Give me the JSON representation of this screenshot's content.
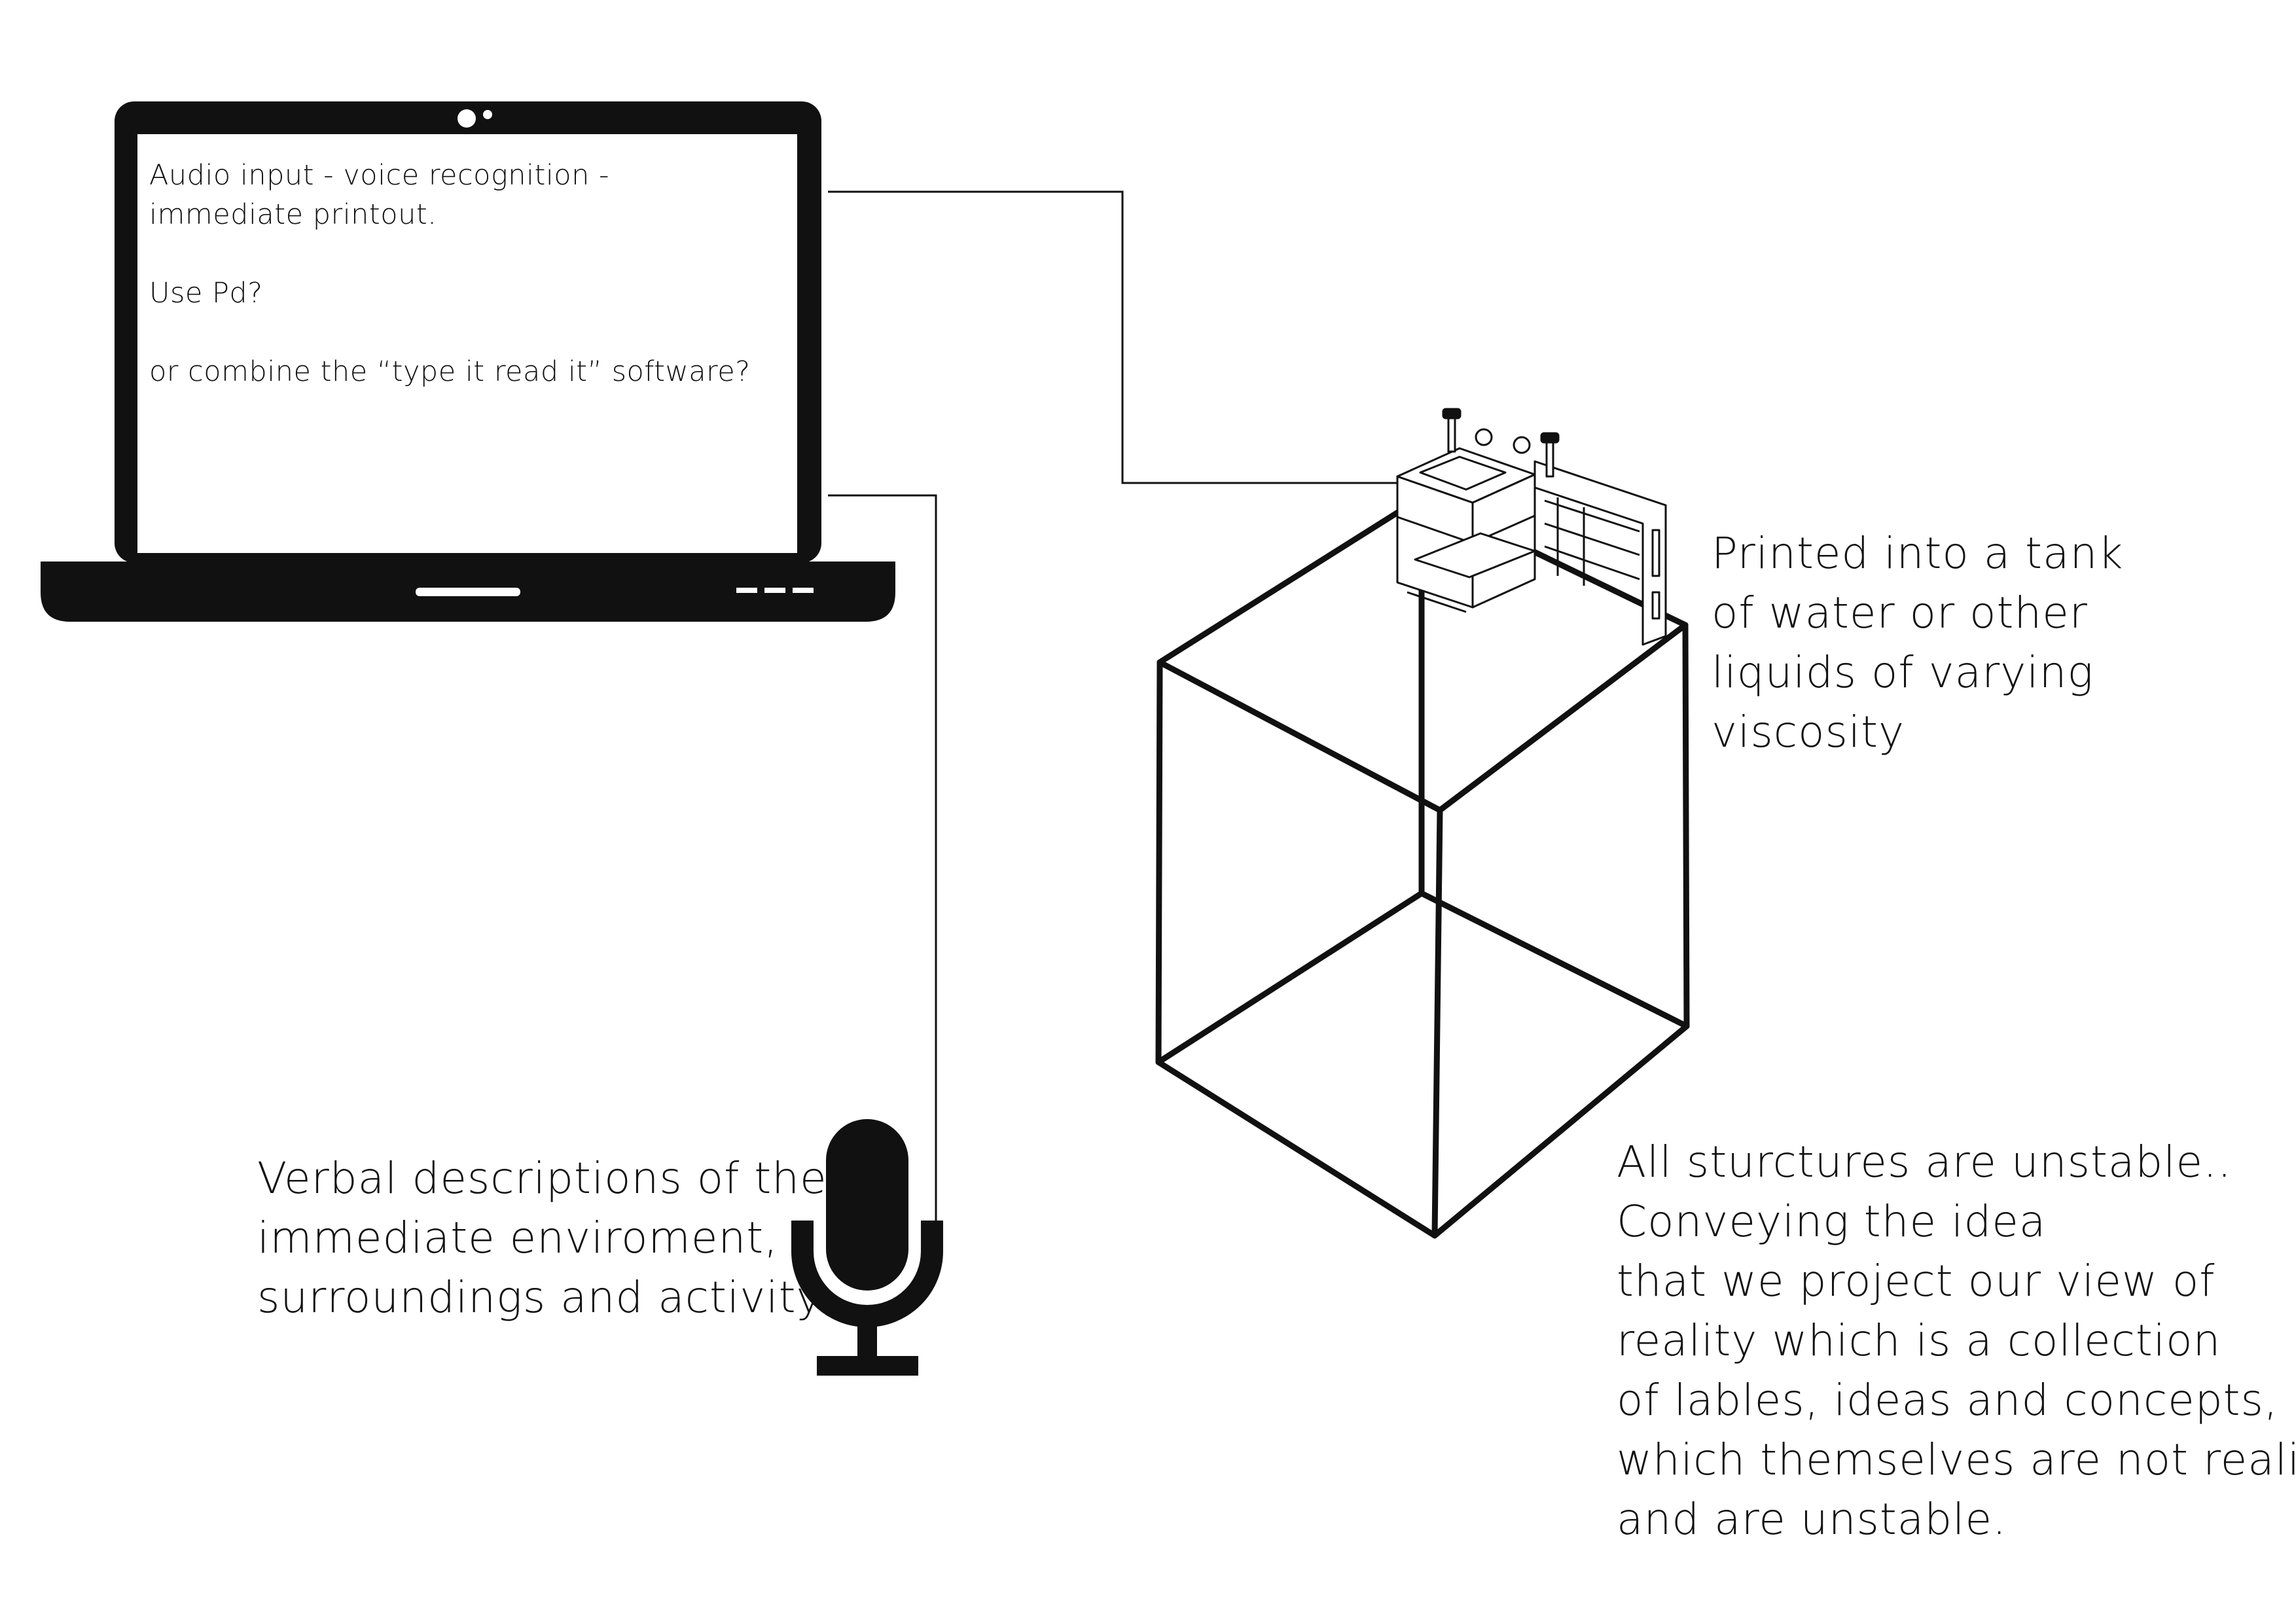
{
  "laptop_screen": {
    "lines": [
      "Audio input - voice recognition - immediate printout.",
      "Use Pd?",
      "or combine the “type it read it” software?"
    ]
  },
  "captions": {
    "tank": [
      "Printed into a tank",
      "of water or other",
      "liquids of varying",
      "viscosity"
    ],
    "microphone": [
      "Verbal descriptions of the",
      "immediate enviroment,",
      "surroundings and activity"
    ],
    "unstable": [
      "All sturctures are unstable..",
      "Conveying the idea",
      "that we project our view of",
      "reality which is a collection",
      "of lables, ideas and concepts,",
      "which themselves are not reality",
      "and are unstable."
    ]
  },
  "icons": {
    "laptop": "laptop-icon",
    "microphone": "microphone-icon",
    "printer": "printer-icon",
    "tank": "tank-cube"
  },
  "colors": {
    "ink": "#111111",
    "background": "#ffffff"
  }
}
